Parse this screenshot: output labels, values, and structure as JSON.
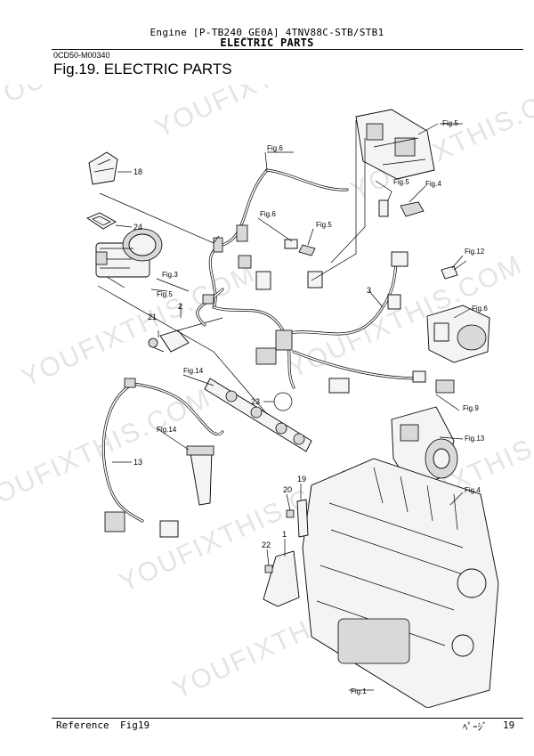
{
  "header": {
    "line1": "Engine [P-TB240_GE0A]  4TNV88C-STB/STB1",
    "line2": "ELECTRIC PARTS"
  },
  "doc_id": "0CD50-M00340",
  "figure_title": "Fig.19.  ELECTRIC PARTS",
  "watermark": "YOUFIXTHIS.COM",
  "fig_refs": [
    "Fig.5",
    "Fig.6",
    "Fig.6",
    "Fig.5",
    "Fig.5",
    "Fig.4",
    "Fig.3",
    "Fig.5",
    "Fig.12",
    "Fig.6",
    "Fig.14",
    "Fig.9",
    "Fig.14",
    "Fig.13",
    "Fig.4",
    "Fig.1"
  ],
  "part_numbers": [
    "18",
    "24",
    "21",
    "2",
    "3",
    "23",
    "13",
    "20",
    "19",
    "1",
    "22"
  ],
  "footer": {
    "reference_label": "Reference",
    "figure": "Fig19",
    "page_label": "ﾍﾟｰｼﾞ",
    "page_number": "19"
  }
}
